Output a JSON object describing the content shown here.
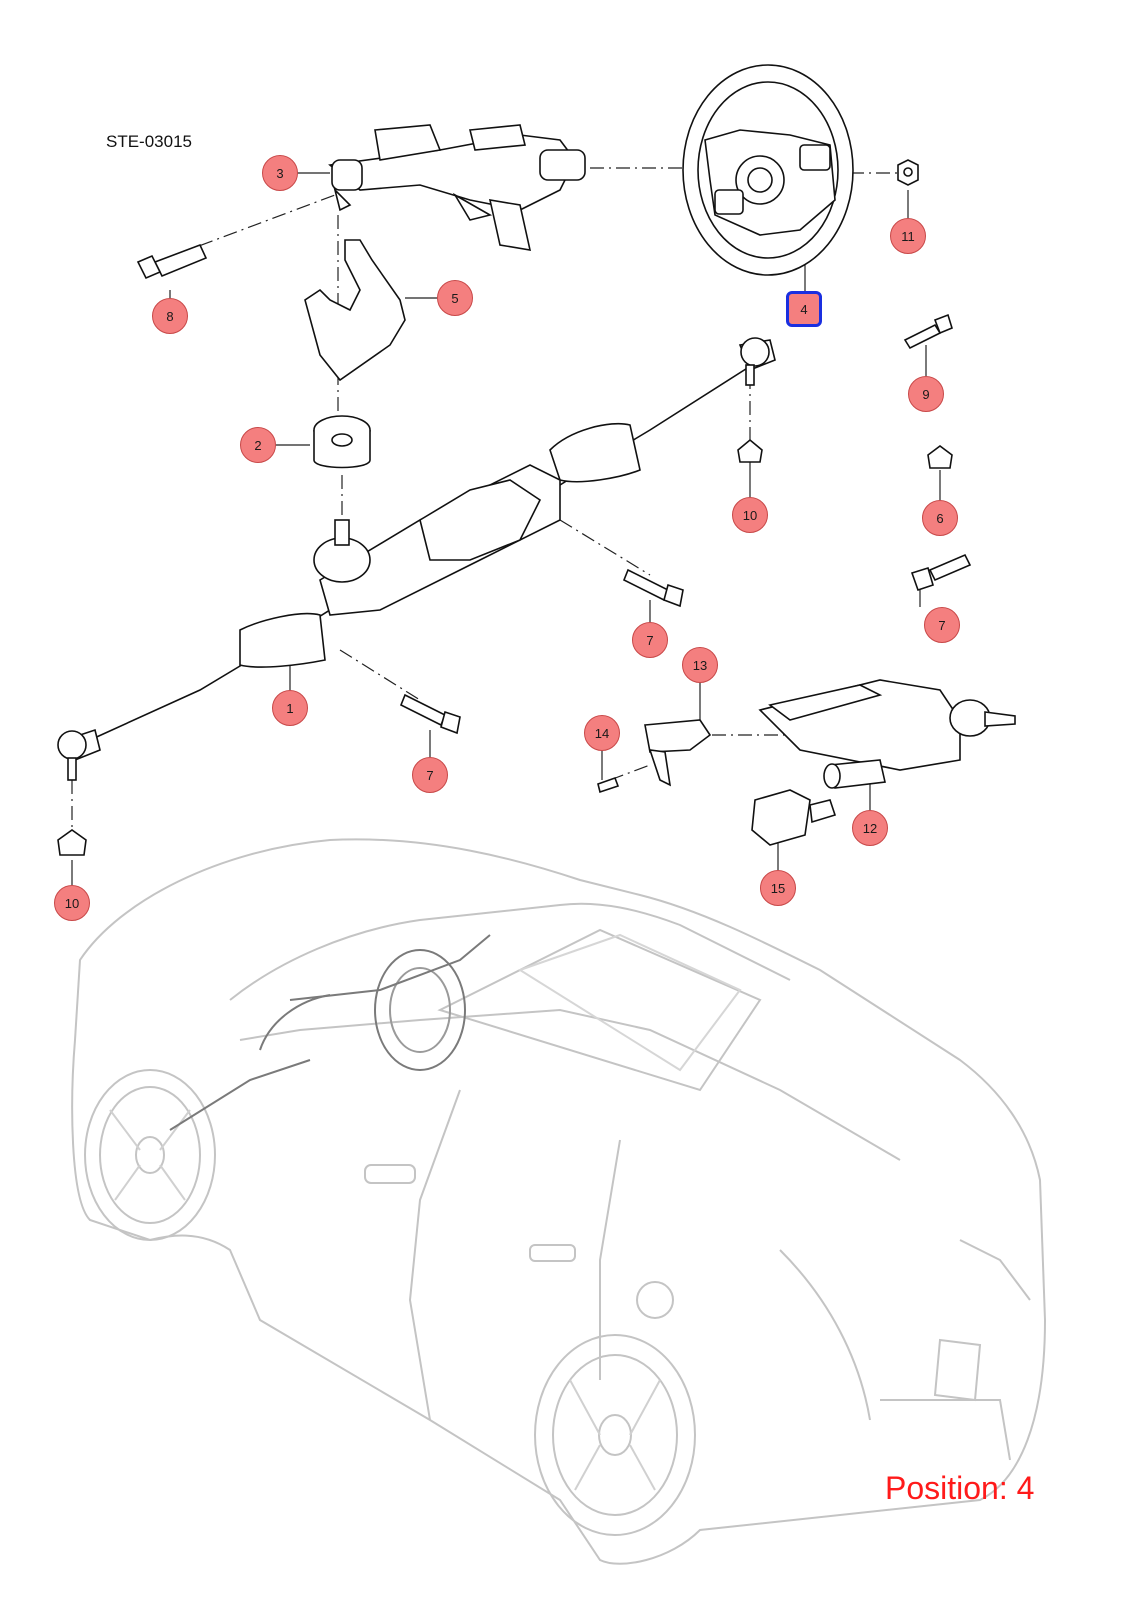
{
  "diagram": {
    "code": "STE-03015",
    "position_label": "Position: 4",
    "selected_part": "4"
  },
  "callouts": [
    {
      "id": "c3",
      "label": "3"
    },
    {
      "id": "c8",
      "label": "8"
    },
    {
      "id": "c5",
      "label": "5"
    },
    {
      "id": "c2",
      "label": "2"
    },
    {
      "id": "c4",
      "label": "4",
      "active": true
    },
    {
      "id": "c11",
      "label": "11"
    },
    {
      "id": "c9",
      "label": "9"
    },
    {
      "id": "c10a",
      "label": "10"
    },
    {
      "id": "c6",
      "label": "6"
    },
    {
      "id": "c7a",
      "label": "7"
    },
    {
      "id": "c7b",
      "label": "7"
    },
    {
      "id": "c1",
      "label": "1"
    },
    {
      "id": "c7c",
      "label": "7"
    },
    {
      "id": "c13",
      "label": "13"
    },
    {
      "id": "c14",
      "label": "14"
    },
    {
      "id": "c12",
      "label": "12"
    },
    {
      "id": "c15",
      "label": "15"
    },
    {
      "id": "c10b",
      "label": "10"
    }
  ],
  "colors": {
    "callout_fill": "#f47f7f",
    "selected_border": "#1a2fe0",
    "position_text": "#ff1a1a",
    "line_art": "#111111",
    "car_outline": "#bdbdbd"
  }
}
